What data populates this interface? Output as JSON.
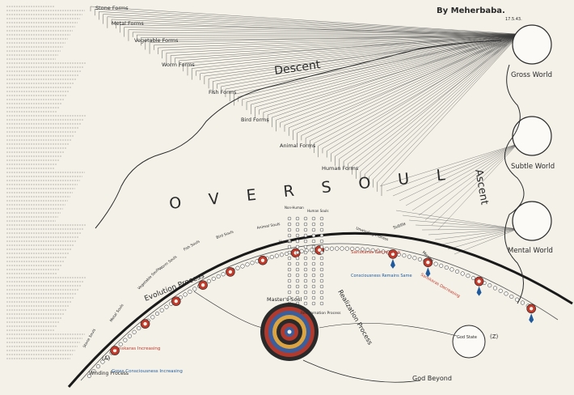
{
  "header": {
    "author": "By Meherbaba.",
    "date": "17.5.43."
  },
  "forms": {
    "stone": "Stone Forms",
    "metal": "Metal Forms",
    "vegetable": "Vegetable Forms",
    "worm": "Worm Forms",
    "fish": "Fish Forms",
    "bird": "Bird Forms",
    "animal": "Animal Forms",
    "human": "Human Forms"
  },
  "arcs": {
    "descent": "Descent",
    "ascent": "Ascent",
    "oversoul": "O V E R S O U L"
  },
  "worlds": {
    "gross": "Gross World",
    "subtle": "Subtle World",
    "mental": "Mental World"
  },
  "souls": {
    "stone": "Stone Souls",
    "metal": "Metal Souls",
    "vegetable": "Vegetable Souls",
    "worm": "Worm Souls",
    "fish": "Fish Souls",
    "bird": "Bird Souls",
    "animal": "Animal Souls",
    "human": "Human"
  },
  "processes": {
    "evolution": "Evolution Process",
    "realization": "Realization Process",
    "reincarnation": "Reincarnation Process",
    "winding": "Winding Process",
    "unwinding": "Unwinding Process",
    "subtle": "Subtle",
    "mental": "Mental"
  },
  "labels": {
    "sanskaras_increasing": "Sanskaras Increasing",
    "gross_consciousness": "Gross Consciousness Increasing",
    "sanskaras_decreasing_1": "Sanskaras Decreasing",
    "sanskaras_decreasing_2": "Sanskaras Decreasing",
    "consciousness_same": "Consciousness Remains Same",
    "masters_soul": "Master's Soul",
    "god_state": "God State",
    "god_beyond": "God Beyond",
    "non_human": "Non-Human",
    "human_souls": "Human Souls",
    "marker_a": "(A)",
    "marker_z": "(Z)"
  },
  "colors": {
    "ink": "#2a2a2a",
    "red": "#c0392b",
    "blue": "#1f5a9c",
    "paper": "#f4f1e8",
    "gold": "#d9a441"
  }
}
